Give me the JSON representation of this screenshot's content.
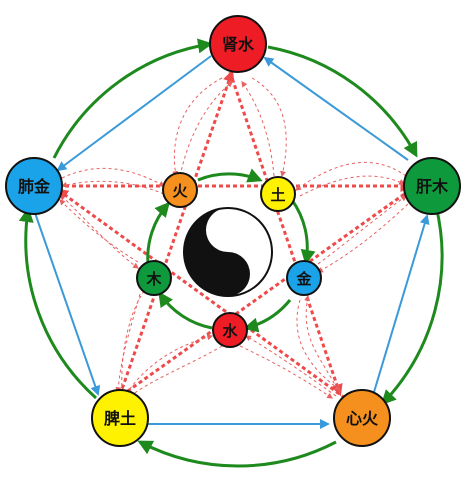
{
  "outer_nodes": [
    {
      "id": "kidney",
      "label": "肾水",
      "fill": "#ee1c24"
    },
    {
      "id": "liver",
      "label": "肝木",
      "fill": "#0e9a3c"
    },
    {
      "id": "heart",
      "label": "心火",
      "fill": "#f5901e"
    },
    {
      "id": "spleen",
      "label": "脾土",
      "fill": "#fff200"
    },
    {
      "id": "lung",
      "label": "肺金",
      "fill": "#1aa3e8"
    }
  ],
  "inner_nodes": [
    {
      "id": "fire",
      "label": "火",
      "fill": "#f5901e"
    },
    {
      "id": "earth",
      "label": "土",
      "fill": "#fff200"
    },
    {
      "id": "metal",
      "label": "金",
      "fill": "#1aa3e8"
    },
    {
      "id": "water",
      "label": "水",
      "fill": "#ee1c24"
    },
    {
      "id": "wood",
      "label": "木",
      "fill": "#0e9a3c"
    }
  ],
  "colors": {
    "generating_arrow": "#1e8a1e",
    "reverse_arrow": "#3a9ad9",
    "controlling_arrow": "#ef4a4a",
    "curve_arrow": "#e86060",
    "node_stroke": "#111111"
  }
}
